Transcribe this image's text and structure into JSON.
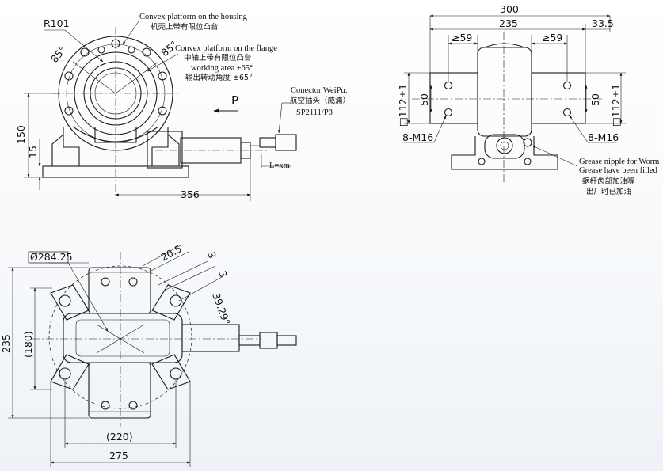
{
  "front_view": {
    "radius_label": "R101",
    "angle_left": "85°",
    "angle_right": "85°",
    "convex_housing_en": "Convex platform on the housing",
    "convex_housing_cn": "机壳上带有限位凸台",
    "convex_flange_en": "Convex platform on the flange",
    "convex_flange_cn": "中轴上带有限位凸台",
    "working_area_en": "working area ±65°",
    "working_area_cn": "输出转动角度 ±65°",
    "connector_en": "Conector WeiPu:",
    "connector_cn": "航空插头（威浦）",
    "connector_model": "SP2111/P3",
    "direction_label": "P",
    "height": "150",
    "base_height": "15",
    "length": "356",
    "cable_length": "L=xm"
  },
  "side_view": {
    "overall_width": "300",
    "inner_width": "235",
    "offset": "33.5",
    "left_min": "≥59",
    "right_min": "≥59",
    "square_left": "□112±1",
    "square_right": "□112±1",
    "hole_left": "50",
    "hole_right": "50",
    "thread_left": "8-M16",
    "thread_right": "8-M16",
    "grease_en1": "Grease nipple for Worm",
    "grease_en2": "Grease have been filled",
    "grease_cn1": "蜗杆齿部加油嘴",
    "grease_cn2": "出厂时已加油"
  },
  "top_view": {
    "diameter": "Ø284.25",
    "dim_a": "20.5",
    "dim_b": "3",
    "dim_c": "3",
    "angle": "39.29°",
    "height": "235",
    "inner_height": "(180)",
    "inner_width": "(220)",
    "overall_width": "275"
  }
}
